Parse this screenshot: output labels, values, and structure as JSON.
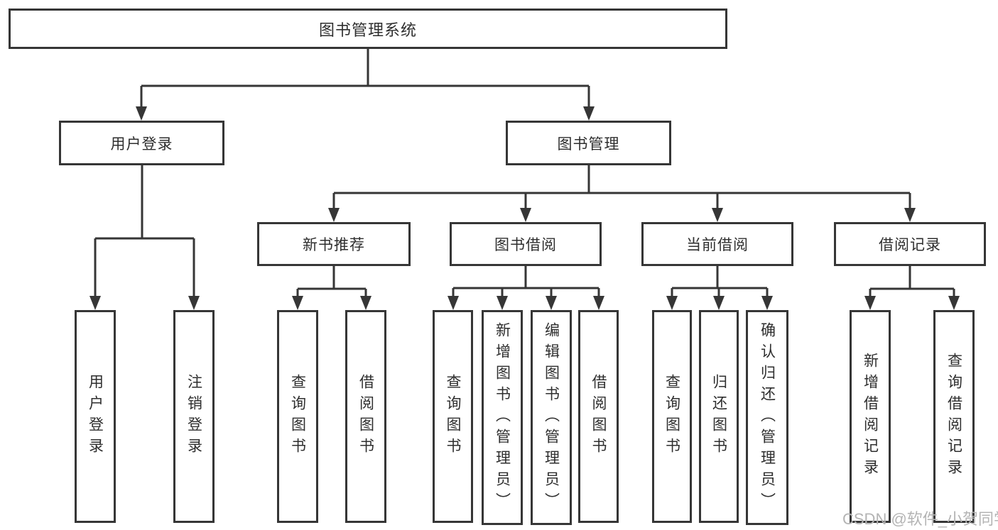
{
  "diagram_title": "图书管理系统",
  "nodes": {
    "root": {
      "label": "图书管理系统"
    },
    "user_login": {
      "label": "用户登录"
    },
    "book_mgmt": {
      "label": "图书管理"
    },
    "login": {
      "label": "用户登录"
    },
    "logout": {
      "label": "注销登录"
    },
    "new_book_rec": {
      "label": "新书推荐"
    },
    "book_borrow": {
      "label": "图书借阅"
    },
    "current_borrow": {
      "label": "当前借阅"
    },
    "borrow_records": {
      "label": "借阅记录"
    },
    "rec_query_books": {
      "label": "查询图书"
    },
    "rec_borrow_books": {
      "label": "借阅图书"
    },
    "bb_query_books": {
      "label": "查询图书"
    },
    "bb_add_books": {
      "label": "新增图书（管理员）"
    },
    "bb_edit_books": {
      "label": "编辑图书（管理员）"
    },
    "bb_borrow_books": {
      "label": "借阅图书"
    },
    "cb_query_books": {
      "label": "查询图书"
    },
    "cb_return_books": {
      "label": "归还图书"
    },
    "cb_confirm_return": {
      "label": "确认归还（管理员）"
    },
    "br_add_record": {
      "label": "新增借阅记录"
    },
    "br_query_record": {
      "label": "查询借阅记录"
    }
  },
  "tree": {
    "id": "root",
    "children": [
      {
        "id": "user_login",
        "children": [
          {
            "id": "login"
          },
          {
            "id": "logout"
          }
        ]
      },
      {
        "id": "book_mgmt",
        "children": [
          {
            "id": "new_book_rec",
            "children": [
              {
                "id": "rec_query_books"
              },
              {
                "id": "rec_borrow_books"
              }
            ]
          },
          {
            "id": "book_borrow",
            "children": [
              {
                "id": "bb_query_books"
              },
              {
                "id": "bb_add_books"
              },
              {
                "id": "bb_edit_books"
              },
              {
                "id": "bb_borrow_books"
              }
            ]
          },
          {
            "id": "current_borrow",
            "children": [
              {
                "id": "cb_query_books"
              },
              {
                "id": "cb_return_books"
              },
              {
                "id": "cb_confirm_return"
              }
            ]
          },
          {
            "id": "borrow_records",
            "children": [
              {
                "id": "br_add_record"
              },
              {
                "id": "br_query_record"
              }
            ]
          }
        ]
      }
    ]
  },
  "watermark": {
    "text": "CSDN @软件_小贺同学",
    "color": "#b4b4b4"
  },
  "colors": {
    "line": "#363636",
    "box_border": "#363636",
    "text": "#2e2e2e",
    "background": "#ffffff"
  }
}
